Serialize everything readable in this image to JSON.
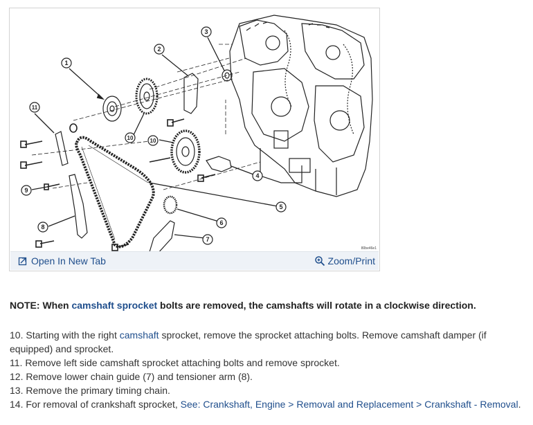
{
  "figure": {
    "callouts": [
      "1",
      "2",
      "3",
      "4",
      "5",
      "6",
      "7",
      "8",
      "9",
      "10",
      "10",
      "11"
    ],
    "ref_code": "80be46e1",
    "open_label": "Open In New Tab",
    "zoom_label": "Zoom/Print"
  },
  "note": {
    "prefix": "NOTE: When ",
    "link": "camshaft sprocket",
    "suffix": " bolts are removed, the camshafts will rotate in a clockwise direction."
  },
  "steps": {
    "s10_a": "10. Starting with the right ",
    "s10_link": "camshaft",
    "s10_b": " sprocket, remove the sprocket attaching bolts. Remove camshaft damper (if equipped) and sprocket.",
    "s11": "11. Remove left side camshaft sprocket attaching bolts and remove sprocket.",
    "s12": "12. Remove lower chain guide (7) and tensioner arm (8).",
    "s13": "13. Remove the primary timing chain.",
    "s14_a": "14. For removal of crankshaft sprocket, ",
    "s14_link": "See: Crankshaft, Engine > Removal and Replacement > Crankshaft - Removal",
    "s14_b": "."
  },
  "colors": {
    "link": "#1f4e8c",
    "bar": "#eef2f7",
    "border": "#d2d2d2"
  },
  "icons": [
    "open-new-tab-icon",
    "zoom-icon"
  ]
}
